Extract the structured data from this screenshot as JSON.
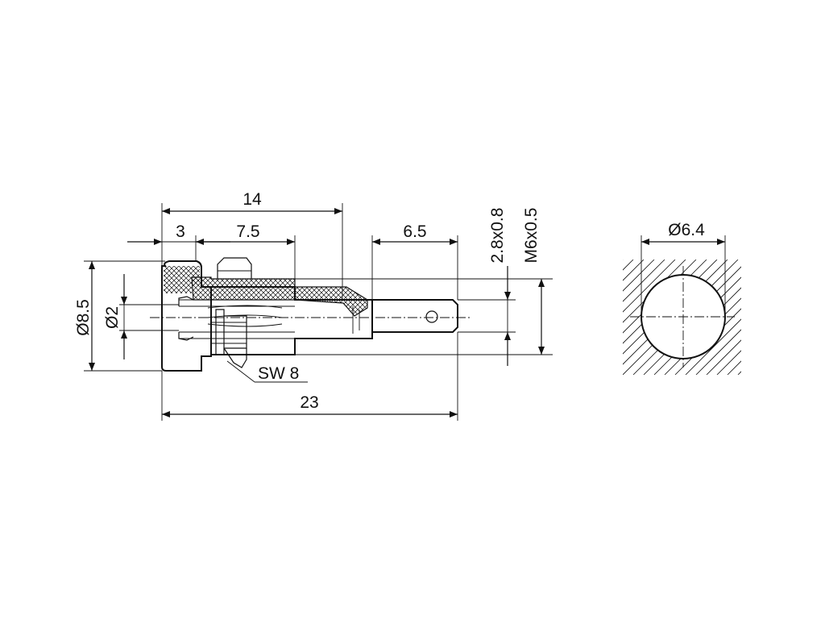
{
  "dimensions": {
    "overall_length": "23",
    "length_14": "14",
    "flange": "3",
    "thread_section": "7.5",
    "tab_length": "6.5",
    "flange_diameter": "Ø8.5",
    "bore_diameter": "Ø2",
    "tab_section": "2.8x0.8",
    "thread": "M6x0.5",
    "wrench_size": "SW 8",
    "panel_hole": "Ø6.4"
  }
}
